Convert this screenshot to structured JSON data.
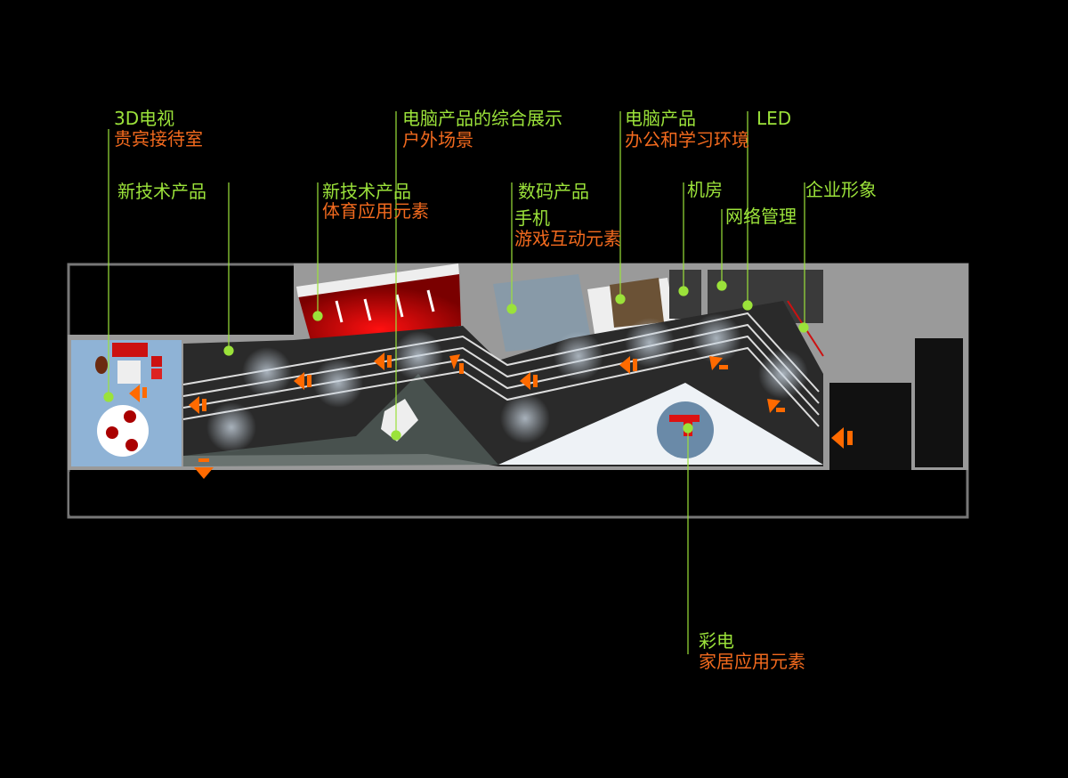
{
  "colors": {
    "label_primary": "#9be23a",
    "label_secondary": "#f26a1e",
    "arrow": "#ff6a00",
    "wall": "#8a8a8a"
  },
  "annotations": [
    {
      "id": "3d-tv",
      "title": "3D电视",
      "subtitle": "贵宾接待室"
    },
    {
      "id": "new-tech-1",
      "title": "新技术产品",
      "subtitle": ""
    },
    {
      "id": "pc-showcase",
      "title": "电脑产品的综合展示",
      "subtitle": "户外场景"
    },
    {
      "id": "new-tech-2",
      "title": "新技术产品",
      "subtitle": "体育应用元素"
    },
    {
      "id": "digital",
      "title": "数码产品",
      "title2": "手机",
      "subtitle": "游戏互动元素"
    },
    {
      "id": "pc-office",
      "title": "电脑产品",
      "subtitle": "办公和学习环境"
    },
    {
      "id": "led",
      "title": "LED",
      "subtitle": ""
    },
    {
      "id": "server-room",
      "title": "机房",
      "subtitle": ""
    },
    {
      "id": "network",
      "title": "网络管理",
      "subtitle": ""
    },
    {
      "id": "corporate",
      "title": "企业形象",
      "subtitle": ""
    },
    {
      "id": "color-tv",
      "title": "彩电",
      "subtitle": "家居应用元素"
    }
  ]
}
